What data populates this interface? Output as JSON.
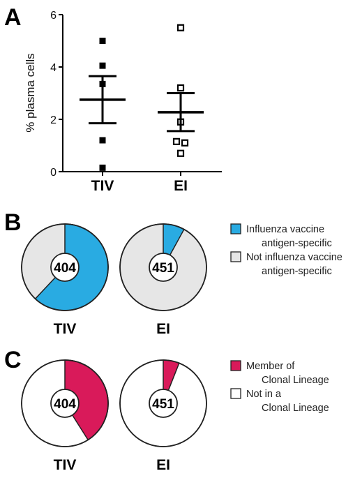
{
  "panels": {
    "a": {
      "letter": "A"
    },
    "b": {
      "letter": "B"
    },
    "c": {
      "letter": "C"
    }
  },
  "chart_data": [
    {
      "type": "scatter",
      "panel": "A",
      "ylabel": "% plasma cells",
      "ylim": [
        0,
        6
      ],
      "yticks": [
        0,
        2,
        4,
        6
      ],
      "categories": [
        "TIV",
        "EI"
      ],
      "series": [
        {
          "category": "TIV",
          "marker": "filled-square",
          "values": [
            5.0,
            4.05,
            3.35,
            1.2,
            0.15
          ],
          "mean": 2.75,
          "error_bar": [
            1.85,
            3.65
          ]
        },
        {
          "category": "EI",
          "marker": "open-square",
          "values": [
            5.5,
            3.2,
            1.9,
            1.15,
            1.1,
            0.7
          ],
          "mean": 2.27,
          "error_bar": [
            1.55,
            3.0
          ]
        }
      ]
    },
    {
      "type": "pie",
      "panel": "B",
      "style": "donut",
      "pies": [
        {
          "label": "TIV",
          "center": "404",
          "slices": [
            {
              "name": "Influenza vaccine antigen-specific",
              "value": 0.62
            },
            {
              "name": "Not influenza vaccine antigen-specific",
              "value": 0.38
            }
          ]
        },
        {
          "label": "EI",
          "center": "451",
          "slices": [
            {
              "name": "Influenza vaccine antigen-specific",
              "value": 0.08
            },
            {
              "name": "Not influenza vaccine antigen-specific",
              "value": 0.92
            }
          ]
        }
      ],
      "legend": [
        {
          "lines": [
            "Influenza vaccine",
            "antigen-specific"
          ],
          "color": "#29abe2"
        },
        {
          "lines": [
            "Not influenza vaccine",
            "antigen-specific"
          ],
          "color": "#e6e6e6"
        }
      ]
    },
    {
      "type": "pie",
      "panel": "C",
      "style": "donut",
      "pies": [
        {
          "label": "TIV",
          "center": "404",
          "slices": [
            {
              "name": "Member of Clonal Lineage",
              "value": 0.41
            },
            {
              "name": "Not in a Clonal Lineage",
              "value": 0.59
            }
          ]
        },
        {
          "label": "EI",
          "center": "451",
          "slices": [
            {
              "name": "Member of Clonal Lineage",
              "value": 0.06
            },
            {
              "name": "Not in a Clonal Lineage",
              "value": 0.94
            }
          ]
        }
      ],
      "legend": [
        {
          "lines": [
            "Member of",
            "Clonal Lineage"
          ],
          "color": "#d91a5a"
        },
        {
          "lines": [
            "Not in a",
            "Clonal Lineage"
          ],
          "color": "#ffffff"
        }
      ]
    }
  ]
}
